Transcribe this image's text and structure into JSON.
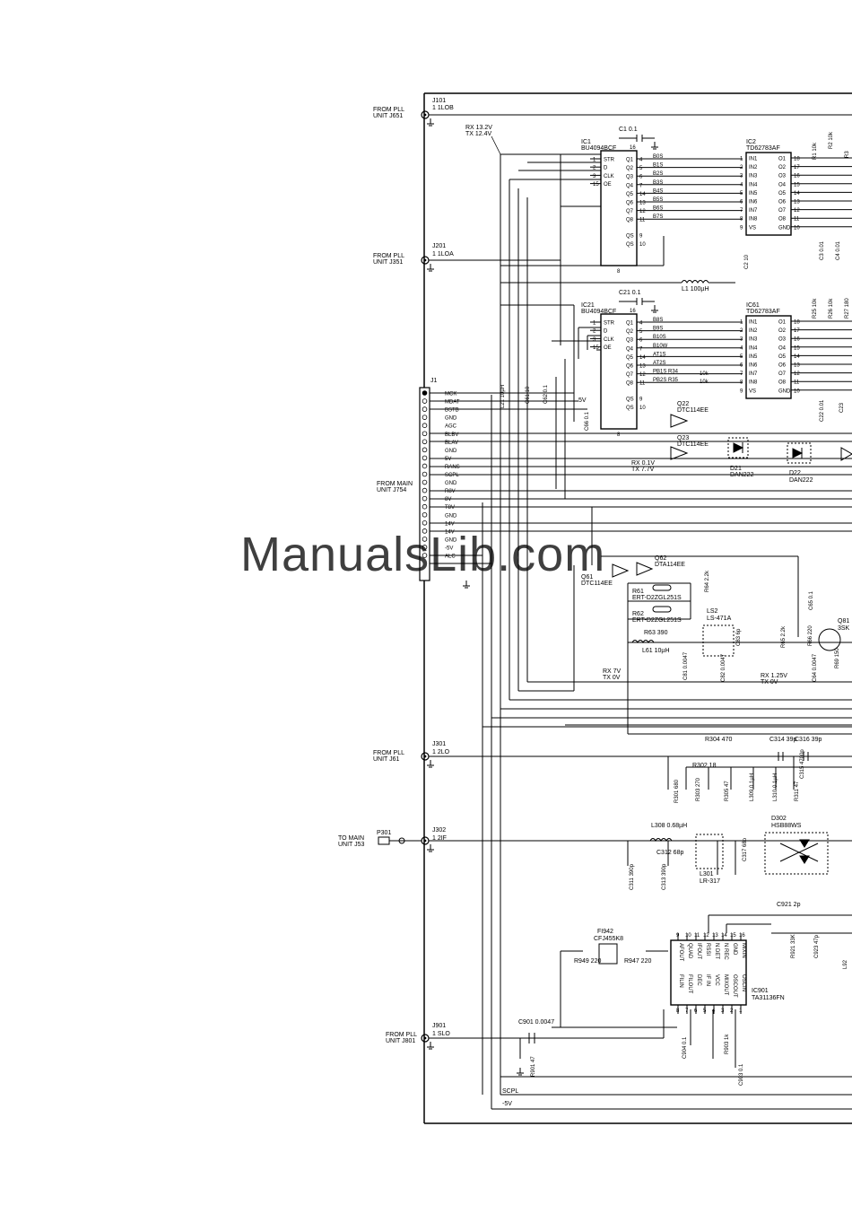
{
  "watermark": "ManualsLib.com",
  "colors": {
    "ink": "#000000",
    "watermark": "#9ec3e6",
    "paper": "#ffffff"
  },
  "connectors": {
    "j101": {
      "ref": "J101",
      "pin": "1 1LOB",
      "src1": "FROM PLL",
      "src2": "UNIT J651"
    },
    "j201": {
      "ref": "J201",
      "pin": "1 1LOA",
      "src1": "FROM PLL",
      "src2": "UNIT J351"
    },
    "j1": {
      "ref": "J1",
      "src1": "FROM MAIN",
      "src2": "UNIT J754",
      "pins": [
        "MCK",
        "MDAT",
        "BSTB",
        "GND",
        "AGC",
        "BLBV",
        "BLAV",
        "GND",
        "5V",
        "RANS",
        "SCPL",
        "GND",
        "R8V",
        "8V",
        "T8V",
        "GND",
        "14V",
        "14V",
        "GND",
        "-5V",
        "ALC"
      ]
    },
    "j301": {
      "ref": "J301",
      "pin": "1 2LO",
      "src1": "FROM PLL",
      "src2": "UNIT J61"
    },
    "j302": {
      "ref": "J302",
      "pin": "1 2IF",
      "src1": "TO MAIN",
      "src2": "UNIT J53",
      "plug": "P301"
    },
    "j901": {
      "ref": "J901",
      "pin": "1 SLO",
      "src1": "FROM PLL",
      "src2": "UNIT J801"
    }
  },
  "supply_note": {
    "rx": "RX 13.2V",
    "tx": "TX 12.4V"
  },
  "ic1": {
    "ref": "IC1",
    "part": "BU4094BCF",
    "left": [
      "STR",
      "D",
      "CLK",
      "OE"
    ],
    "left_nums": [
      "1",
      "2",
      "3",
      "15"
    ],
    "right": [
      "Q1",
      "Q2",
      "Q3",
      "Q4",
      "Q5",
      "Q6",
      "Q7",
      "Q8",
      "QS",
      "QS"
    ],
    "right_nums": [
      "4",
      "5",
      "6",
      "7",
      "14",
      "13",
      "12",
      "11",
      "9",
      "10"
    ],
    "outs": [
      "B0S",
      "B1S",
      "B2S",
      "B3S",
      "B4S",
      "B5S",
      "B6S",
      "B7S"
    ],
    "top_pin": "16",
    "bot_pin": "8"
  },
  "ic2": {
    "ref": "IC2",
    "part": "TD62783AF",
    "left": [
      "IN1",
      "IN2",
      "IN3",
      "IN4",
      "IN5",
      "IN6",
      "IN7",
      "IN8",
      "VS"
    ],
    "left_nums": [
      "1",
      "2",
      "3",
      "4",
      "5",
      "6",
      "7",
      "8",
      "9"
    ],
    "right": [
      "O1",
      "O2",
      "O3",
      "O4",
      "O5",
      "O6",
      "O7",
      "O8",
      "GND"
    ],
    "right_nums": [
      "18",
      "17",
      "16",
      "15",
      "14",
      "13",
      "12",
      "11",
      "10"
    ]
  },
  "ic21": {
    "ref": "IC21",
    "part": "BU4094BCF",
    "left": [
      "STR",
      "D",
      "CLK",
      "OE"
    ],
    "left_nums": [
      "1",
      "2",
      "3",
      "15"
    ],
    "right": [
      "Q1",
      "Q2",
      "Q3",
      "Q4",
      "Q5",
      "Q6",
      "Q7",
      "Q8",
      "QS",
      "QS"
    ],
    "right_nums": [
      "4",
      "5",
      "6",
      "7",
      "14",
      "13",
      "12",
      "11",
      "9",
      "10"
    ],
    "outs": [
      "B8S",
      "B9S",
      "B10S",
      "B10W",
      "AT1S",
      "AT2S",
      "PB1S R34",
      "PB2S R35"
    ],
    "top_pin": "16",
    "bot_pin": "8"
  },
  "ic61": {
    "ref": "IC61",
    "part": "TD62783AF",
    "left": [
      "IN1",
      "IN2",
      "IN3",
      "IN4",
      "IN5",
      "IN6",
      "IN7",
      "IN8",
      "VS"
    ],
    "left_nums": [
      "1",
      "2",
      "3",
      "4",
      "5",
      "6",
      "7",
      "8",
      "9"
    ],
    "right": [
      "O1",
      "O2",
      "O3",
      "O4",
      "O5",
      "O6",
      "O7",
      "O8",
      "GND"
    ],
    "right_nums": [
      "18",
      "17",
      "16",
      "15",
      "14",
      "13",
      "12",
      "11",
      "10"
    ]
  },
  "ic901": {
    "ref": "IC901",
    "part": "TA31136FN",
    "top": [
      "AFOUT",
      "QUAD",
      "IFOUT",
      "RSSI",
      "N DET",
      "N REC",
      "GND",
      "MIXIN"
    ],
    "bottom": [
      "FILIN",
      "FILOUT",
      "DEC",
      "IF IN",
      "VCC",
      "MIXOUT",
      "OSCOUT",
      "OSCIN"
    ],
    "top_nums": [
      "9",
      "10",
      "11",
      "12",
      "13",
      "14",
      "15",
      "16"
    ],
    "bottom_nums": [
      "8",
      "7",
      "6",
      "5",
      "4",
      "3",
      "2",
      "1"
    ]
  },
  "labels": {
    "c1": "C1 0.1",
    "r1": "R1 10k",
    "r2": "R2 10k",
    "r3": "R3",
    "c3": "C3 0.01",
    "c4": "C4 0.01",
    "c2": "C2 10",
    "c21": "C21 0.1",
    "l1": "L1 100µH",
    "r25": "R25 10k",
    "r26": "R26 10k",
    "r27": "R27 180",
    "l21": "L21 10µH",
    "c61": "C61 10",
    "c62": "C62 0.1",
    "c66": "C66 0.1",
    "v5": "5V",
    "r34": "10k",
    "r35": "10k",
    "c22": "C22 0.01",
    "c23": "C23",
    "q22": "Q22",
    "q22p": "DTC114EE",
    "q23": "Q23",
    "q23p": "DTC114EE",
    "rx_q23": "RX 0.1V",
    "tx_q23": "TX 7.7V",
    "d21": "D21",
    "d21p": "DAN222",
    "d22": "D22",
    "d22p": "DAN222",
    "q61": "Q61",
    "q61p": "DTC114EE",
    "q62": "Q62",
    "q62p": "DTA114EE",
    "r64": "R64 2.2k",
    "r61": "R61",
    "r61p": "ERT-D2ZGL251S",
    "r62": "R62",
    "r62p": "ERT-D2ZGL251S",
    "r63": "R63 390",
    "l61": "L61 10µH",
    "ls2": "LS2",
    "ls2p": "LS-471A",
    "c81": "C81 0.0047",
    "c82": "C82 0.0047",
    "c83": "C83 6p",
    "r65": "R65 2.2k",
    "r66": "R66 220",
    "r69": "R69 150",
    "c64": "C64 0.0047",
    "c65": "C65 0.1",
    "q81": "Q81",
    "q81p": "3SK",
    "rx_q61": "RX 7V",
    "tx_q61": "TX 0V",
    "rx_q81": "RX 1.25V",
    "tx_q81": "TX 0V",
    "r304": "R304 470",
    "c314": "C314 39p",
    "c316": "C316 39p",
    "c315": "C315 4700p",
    "r302": "R302 18",
    "r301": "R301 680",
    "r303": "R303 270",
    "r305": "R305 47",
    "l309": "L309 0.1µH",
    "l310": "L310 0.1µH",
    "r311": "R311 47",
    "l308": "L308 0.68µH",
    "c312": "C312 68p",
    "c311": "C311 390p",
    "c313": "C313 390p",
    "l301": "L301",
    "l301p": "LR-317",
    "c317": "C317 68p",
    "d302": "D302",
    "d302p": "HSB88WS",
    "c921": "C921 2p",
    "fi942": "FI942",
    "fi942p": "CFJ455K8",
    "r949": "R949 220",
    "r947": "R947 220",
    "r921": "R921 33K",
    "c923": "C923 47p",
    "l92": "L92",
    "c901": "C901 0.0047",
    "r901": "R901 47",
    "c904": "C904 0.1",
    "r903": "R903 1k",
    "c903": "C903 0.1",
    "scpl_bottom": "SCPL",
    "m5v_bottom": "-5V"
  }
}
